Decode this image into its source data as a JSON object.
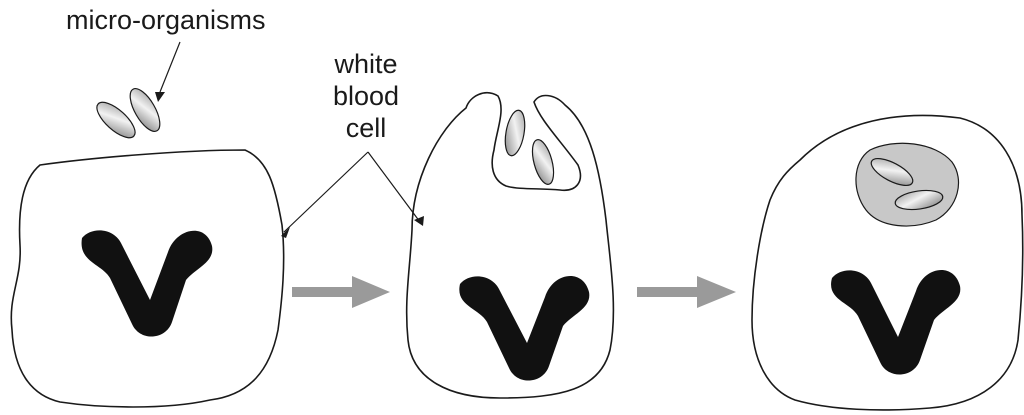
{
  "labels": {
    "micro_organisms": "micro-organisms",
    "white_blood_cell": [
      "white",
      "blood",
      "cell"
    ]
  },
  "colors": {
    "outline": "#1a1a1a",
    "nucleus": "#111111",
    "arrow": "#9a9a9a",
    "vacuole": "#c8c8c8",
    "organism_light": "#efefef",
    "organism_dark": "#7f7f7f"
  },
  "icons": [
    "right-arrow-icon",
    "right-arrow-icon"
  ]
}
